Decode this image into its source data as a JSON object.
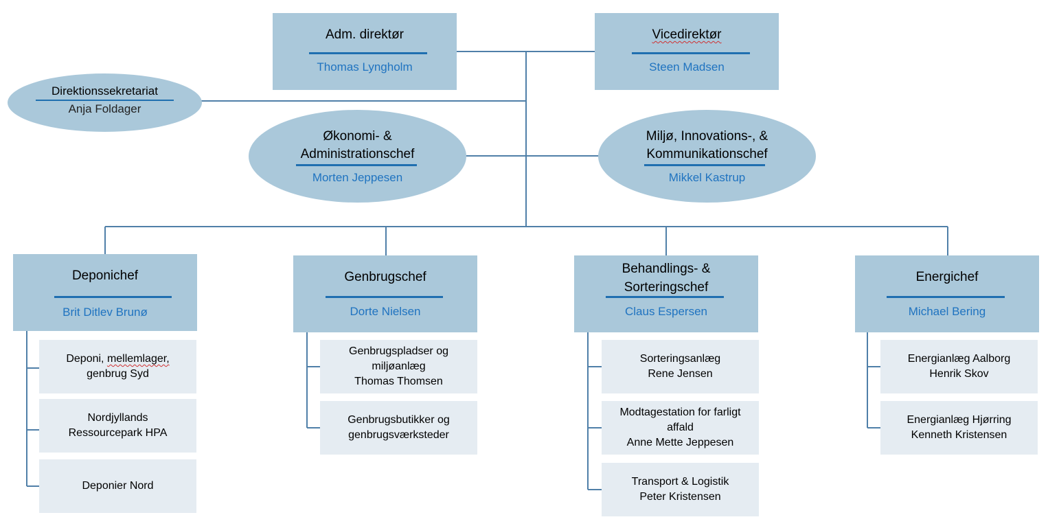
{
  "adm": {
    "title": "Adm. direktør",
    "person": "Thomas Lyngholm"
  },
  "vice": {
    "title": "Vicedirektør",
    "person": "Steen Madsen"
  },
  "sekretariat": {
    "title": "Direktionssekretariat",
    "person": "Anja Foldager"
  },
  "oekonomi": {
    "title_line1": "Økonomi- &",
    "title_line2": "Administrationschef",
    "person": "Morten Jeppesen"
  },
  "miljoe": {
    "title_line1": "Miljø, Innovations-, &",
    "title_line2": "Kommunikationschef",
    "person": "Mikkel Kastrup"
  },
  "deponi": {
    "title": "Deponichef",
    "person": "Brit Ditlev Brunø",
    "subs": [
      {
        "line1": "Deponi, mellemlager,",
        "line2": "genbrug Syd"
      },
      {
        "line1": "Nordjyllands",
        "line2": "Ressourcepark HPA"
      },
      {
        "line1": "Deponier Nord"
      }
    ]
  },
  "genbrug": {
    "title": "Genbrugschef",
    "person": "Dorte Nielsen",
    "subs": [
      {
        "line1": "Genbrugspladser og",
        "line2": "miljøanlæg",
        "line3": "Thomas Thomsen"
      },
      {
        "line1": "Genbrugsbutikker og",
        "line2": "genbrugsværksteder"
      }
    ]
  },
  "behandling": {
    "title_line1": "Behandlings- &",
    "title_line2": "Sorteringschef",
    "person": "Claus Espersen",
    "subs": [
      {
        "line1": "Sorteringsanlæg",
        "line2": "Rene Jensen"
      },
      {
        "line1": "Modtagestation for farligt",
        "line2": "affald",
        "line3": "Anne Mette Jeppesen"
      },
      {
        "line1": "Transport & Logistik",
        "line2": "Peter Kristensen"
      }
    ]
  },
  "energi": {
    "title": "Energichef",
    "person": "Michael Bering",
    "subs": [
      {
        "line1": "Energianlæg Aalborg",
        "line2": "Henrik Skov"
      },
      {
        "line1": "Energianlæg Hjørring",
        "line2": "Kenneth Kristensen"
      }
    ]
  }
}
